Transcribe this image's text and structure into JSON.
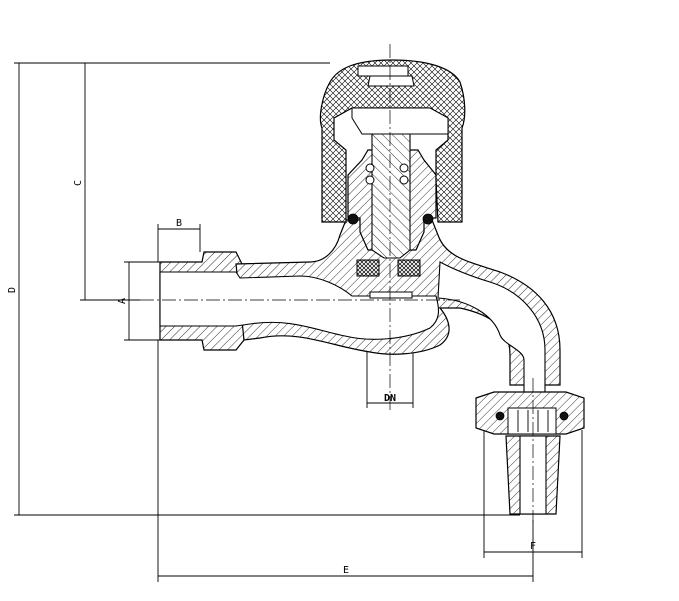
{
  "labels": {
    "dim_a": "A",
    "dim_b": "B",
    "dim_c": "C",
    "dim_d": "D",
    "dim_e": "E",
    "dim_f": "F",
    "dim_dn": "DN"
  },
  "colors": {
    "line": "#000000",
    "background": "#ffffff"
  }
}
